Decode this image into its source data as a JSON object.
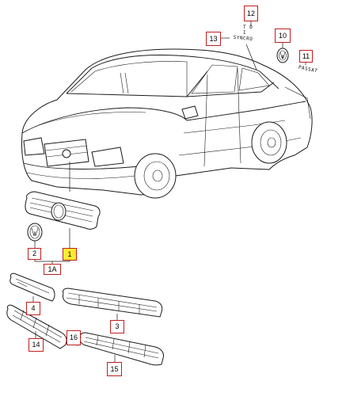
{
  "colors": {
    "callout_border": "#c21e1e",
    "highlight": "#ffeb2e",
    "line": "#1a1a1a"
  },
  "callouts": [
    {
      "label": "12",
      "highlight": false
    },
    {
      "label": "13",
      "highlight": false
    },
    {
      "label": "10",
      "highlight": false
    },
    {
      "label": "11",
      "highlight": false
    },
    {
      "label": "2",
      "highlight": false
    },
    {
      "label": "1",
      "highlight": true
    },
    {
      "label": "1A",
      "highlight": false
    },
    {
      "label": "4",
      "highlight": false
    },
    {
      "label": "3",
      "highlight": false
    },
    {
      "label": "14",
      "highlight": false
    },
    {
      "label": "16",
      "highlight": false
    },
    {
      "label": "15",
      "highlight": false
    }
  ],
  "emblem_texts": {
    "tdi": "T D I",
    "syncro": "SYNCRO",
    "passat": "PASSAT"
  }
}
